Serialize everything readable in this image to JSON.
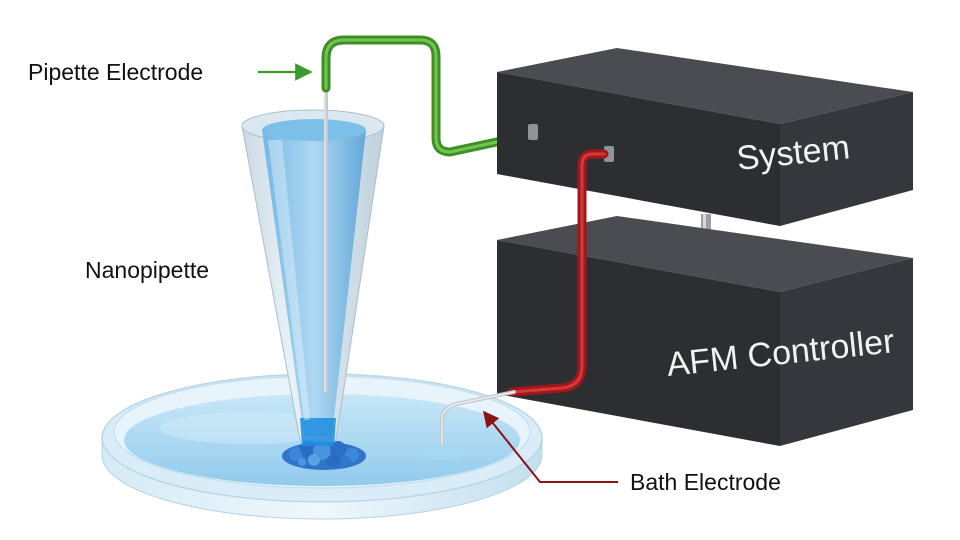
{
  "labels": {
    "pipette_electrode": "Pipette Electrode",
    "nanopipette": "Nanopipette",
    "bath_electrode": "Bath Electrode",
    "system": "System",
    "afm_controller": "AFM Controller"
  },
  "colors": {
    "pipette_wire": "#4a9e2e",
    "bath_wire": "#b51a1a",
    "box_face": "#383a3f",
    "box_top": "#4a4c52",
    "box_side": "#2a2c30",
    "water": "#8cc8ec",
    "label_text": "#111111",
    "box_text": "#f2f2f2"
  }
}
